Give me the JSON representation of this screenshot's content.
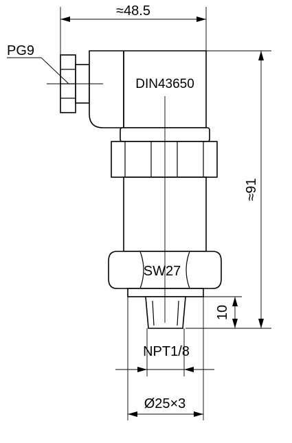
{
  "labels": {
    "width_top": "≈48.5",
    "cable_gland": "PG9",
    "connector": "DIN43650",
    "height_total": "≈91",
    "wrench_size": "SW27",
    "thread_length": "10",
    "thread": "NPT1/8",
    "diameter": "Ø25×3"
  }
}
